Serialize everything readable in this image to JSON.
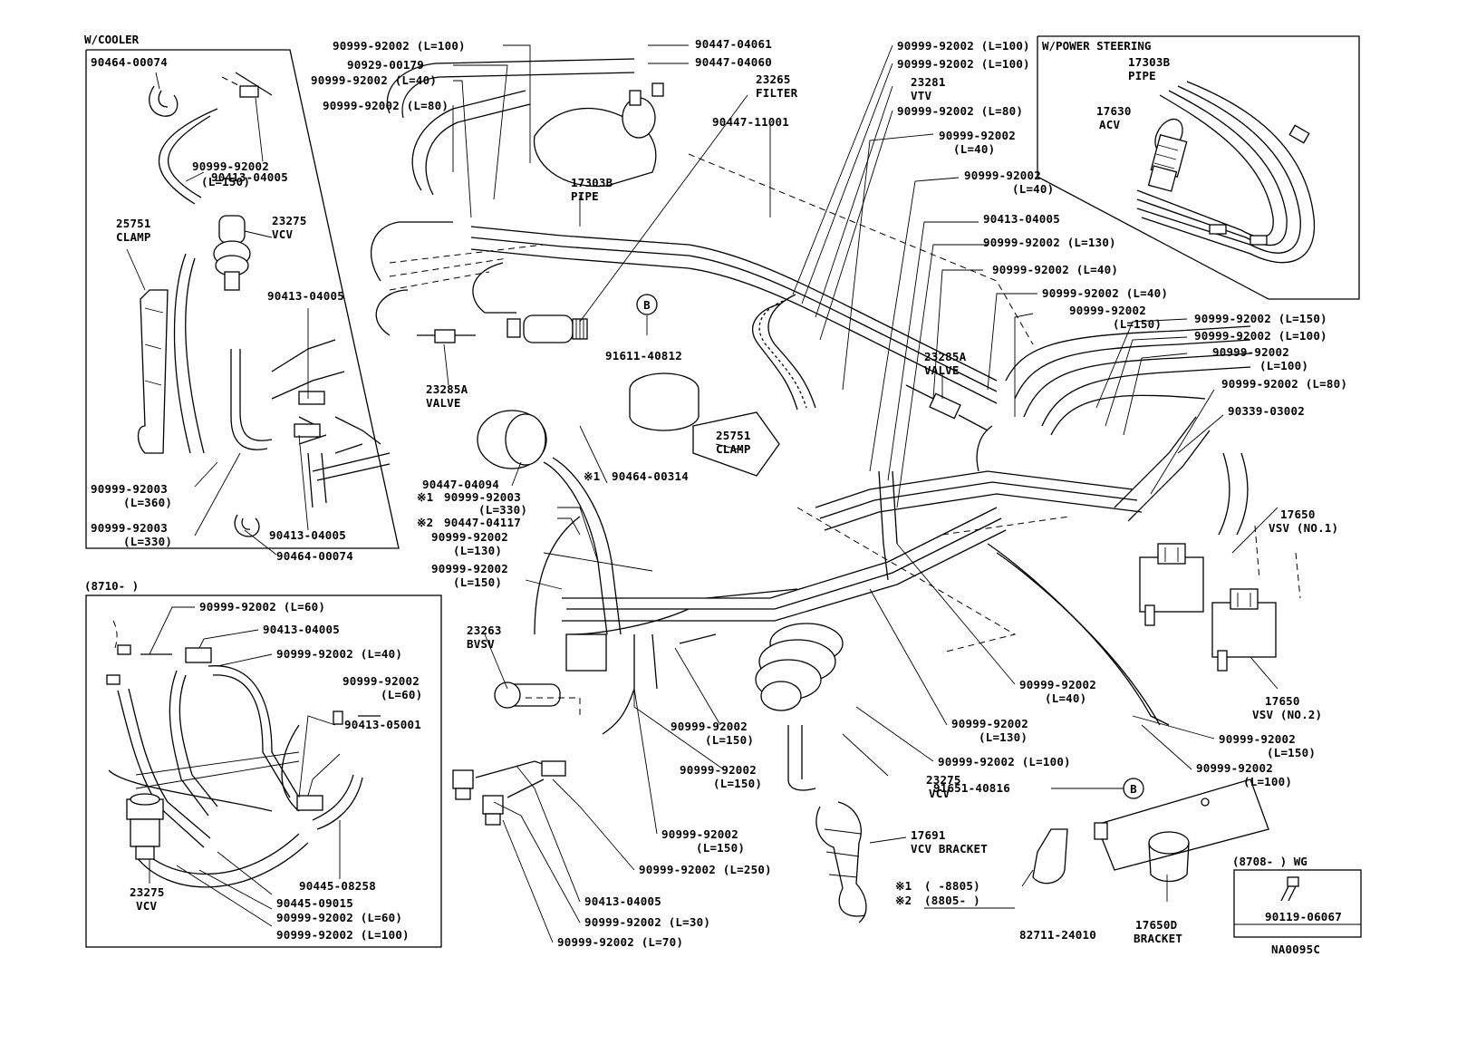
{
  "drawing_code": "NA0095C",
  "insets": {
    "cooler": {
      "title": "W/COOLER"
    },
    "power_steering": {
      "title": "W/POWER  STEERING"
    },
    "date_8710": {
      "title": "(8710-           )"
    },
    "wg": {
      "title": "(8708-        ) WG",
      "part": "90119-06067"
    }
  },
  "notes": {
    "n1_mark": "※1",
    "n1_text": "(      -8805)",
    "n2_mark": "※2",
    "n2_text": "(8805-      )"
  },
  "labels": {
    "c1": "90464-00074",
    "c2": "90413-04005",
    "c3": "90999-92002",
    "c3b": "(L=150)",
    "c4": "25751",
    "c4b": "CLAMP",
    "c5": "23275",
    "c5b": "VCV",
    "c6": "90413-04005",
    "c7": "90999-92003",
    "c7b": "(L=360)",
    "c8": "90999-92003",
    "c8b": "(L=330)",
    "c9": "90413-04005",
    "c10": "90464-00074",
    "t1": "90999-92002 (L=100)",
    "t2": "90929-00179",
    "t3": "90999-92002 (L=40)",
    "t4": "90999-92002 (L=80)",
    "t5": "90447-04061",
    "t6": "90447-04060",
    "t7": "23265",
    "t7b": "FILTER",
    "t8": "90447-11001",
    "t9": "17303B",
    "t9b": "PIPE",
    "t10": "91611-40812",
    "t11": "23285A",
    "t11b": "VALVE",
    "r1": "90999-92002 (L=100)",
    "r2": "90999-92002 (L=100)",
    "r3": "23281",
    "r3b": "VTV",
    "r4": "90999-92002 (L=80)",
    "r5": "90999-92002",
    "r5b": "(L=40)",
    "r6": "90999-92002",
    "r6b": "(L=40)",
    "r7": "90413-04005",
    "r8": "90999-92002 (L=130)",
    "r9": "90999-92002 (L=40)",
    "r10": "90999-92002 (L=40)",
    "r11": "90999-92002",
    "r11b": "(L=150)",
    "r12": "90999-92002 (L=150)",
    "r13": "90999-92002 (L=100)",
    "r14": "90999-92002",
    "r14b": "(L=100)",
    "r15": "90999-92002 (L=80)",
    "r16": "90339-03002",
    "r17": "17650",
    "r17b": "VSV (NO.1)",
    "r18": "17650",
    "r18b": "VSV (NO.2)",
    "r19": "23285A",
    "r19b": "VALVE",
    "ps1": "17303B",
    "ps1b": "PIPE",
    "ps2": "17630",
    "ps2b": "ACV",
    "m1": "25751",
    "m1b": "CLAMP",
    "m2": "90464-00314",
    "m2m": "※1",
    "m3": "90447-04094",
    "m4": "90999-92003",
    "m4m": "※1",
    "m4b": "(L=330)",
    "m5": "90447-04117",
    "m5m": "※2",
    "m6": "90999-92002",
    "m6b": "(L=130)",
    "m7": "90999-92002",
    "m7b": "(L=150)",
    "m8": "23263",
    "m8b": "BVSV",
    "m9": "90999-92002",
    "m9b": "(L=150)",
    "m10": "90999-92002",
    "m10b": "(L=150)",
    "m11": "90999-92002",
    "m11b": "(L=150)",
    "m12": "90999-92002 (L=250)",
    "m13": "90413-04005",
    "m14": "90999-92002 (L=30)",
    "m15": "90999-92002 (L=70)",
    "m16": "90999-92002",
    "m16b": "(L=40)",
    "m17": "90999-92002",
    "m17b": "(L=130)",
    "m18": "90999-92002 (L=100)",
    "m19": "23275",
    "m19b": "VCV",
    "m20": "90999-92002",
    "m20b": "(L=150)",
    "m21": "90999-92002",
    "m21b": "(L=100)",
    "m22": "91651-40816",
    "m23": "17691",
    "m23b": "VCV BRACKET",
    "m24": "82711-24010",
    "m25": "17650D",
    "m25b": "BRACKET",
    "ref_b": "B",
    "d1": "90999-92002 (L=60)",
    "d2": "90413-04005",
    "d3": "90999-92002 (L=40)",
    "d4": "90999-92002",
    "d4b": "(L=60)",
    "d5": "90413-05001",
    "d6": "90445-08258",
    "d7": "90445-09015",
    "d8": "90999-92002 (L=60)",
    "d9": "90999-92002 (L=100)",
    "d10": "23275",
    "d10b": "VCV"
  }
}
